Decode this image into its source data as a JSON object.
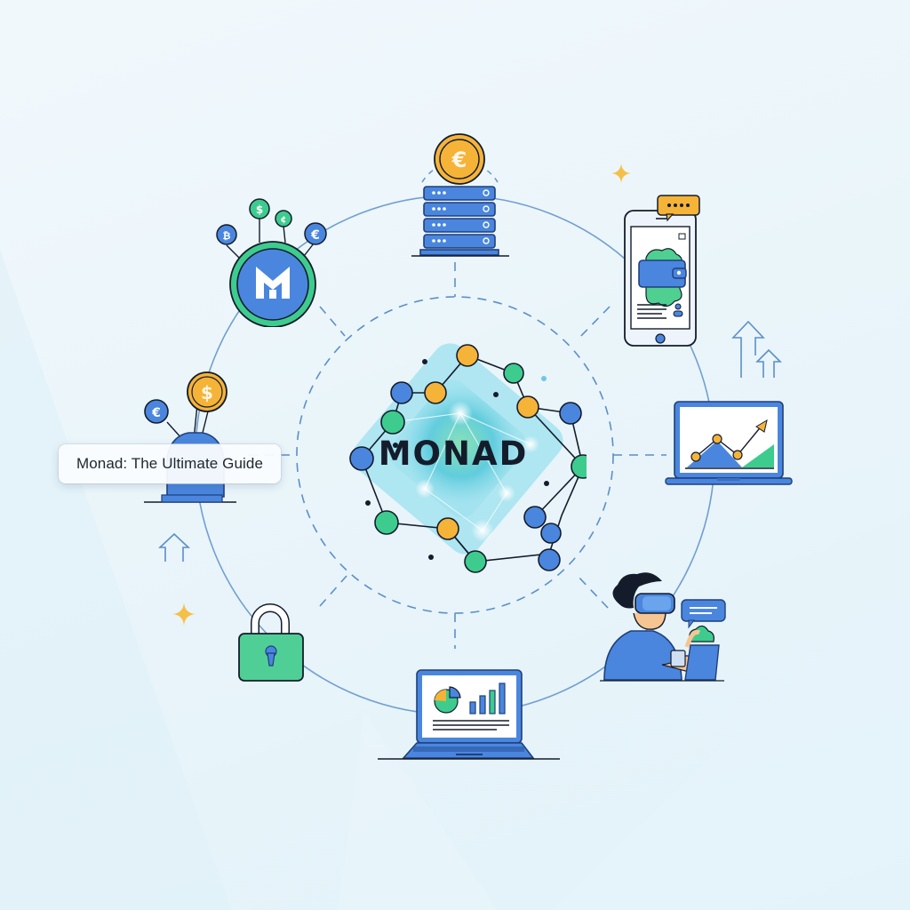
{
  "hub": {
    "title": "MONAD",
    "colors": {
      "blue": "#4a86de",
      "green": "#3dcc8e",
      "orange": "#f5b338",
      "teal": "#6fd6e6",
      "ink": "#141c2c"
    }
  },
  "caption": {
    "text": "Monad: The Ultimate Guide"
  },
  "orbit_nodes": [
    {
      "id": "server-stack",
      "icon": "server-stack-icon",
      "coin": "€"
    },
    {
      "id": "mobile-wallet",
      "icon": "mobile-wallet-icon",
      "bubble": "chat-bubble-icon"
    },
    {
      "id": "growth-laptop",
      "icon": "laptop-growth-chart-icon"
    },
    {
      "id": "vr-user",
      "icon": "vr-user-icon",
      "bubble": "message-bubble-icon"
    },
    {
      "id": "analytics-laptop",
      "icon": "laptop-analytics-icon"
    },
    {
      "id": "padlock",
      "icon": "padlock-icon"
    },
    {
      "id": "token-exchange",
      "icon": "token-exchange-icon",
      "coins": [
        "€",
        "$"
      ]
    },
    {
      "id": "monad-token",
      "icon": "monad-token-icon",
      "coins": [
        "₿",
        "$",
        "¢",
        "€"
      ]
    }
  ],
  "coin_symbols": {
    "euro": "€",
    "dollar": "$",
    "cent": "¢",
    "bitcoin": "₿"
  },
  "decorations": [
    "sparkle-icon",
    "sparkle-icon",
    "up-arrows-icon",
    "up-arrows-icon",
    "up-arrow-icon"
  ]
}
